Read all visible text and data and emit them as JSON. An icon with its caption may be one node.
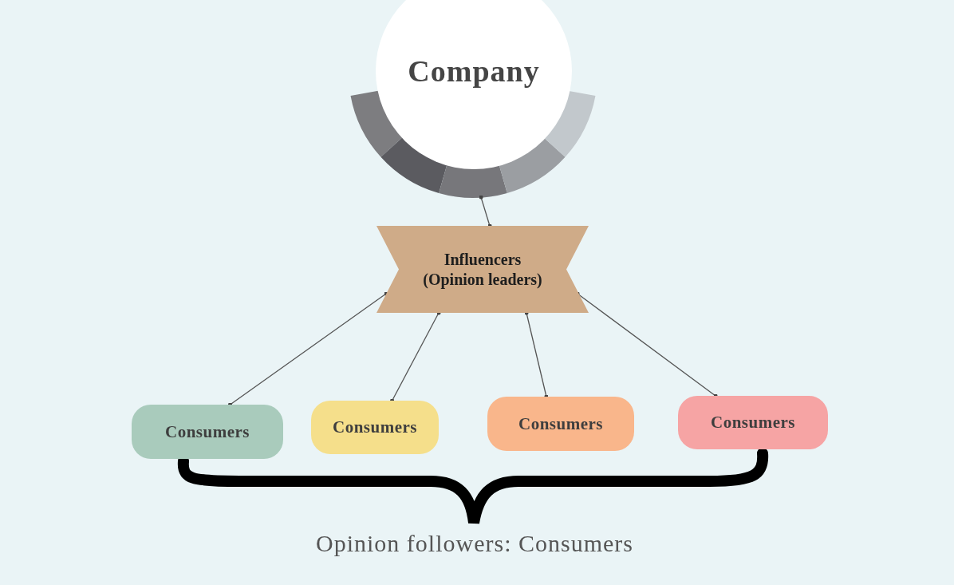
{
  "diagram": {
    "nodes": [
      {
        "text": [
          "Company"
        ]
      },
      {
        "text": [
          "Influencers (Opinion leaders)"
        ]
      },
      {
        "text": [
          "Consumers"
        ]
      },
      {
        "text": [
          "Consumers"
        ]
      },
      {
        "text": [
          "Consumers"
        ]
      },
      {
        "text": [
          "Consumers"
        ]
      }
    ],
    "edges": [
      {
        "from": 0,
        "to": 1,
        "arrow": "other"
      },
      {
        "from": 1,
        "to": 2,
        "arrow": "other"
      },
      {
        "from": 1,
        "to": 3,
        "arrow": "other"
      },
      {
        "from": 1,
        "to": 4,
        "arrow": "other"
      },
      {
        "from": 1,
        "to": 5,
        "arrow": "other"
      }
    ],
    "labels": [
      "Opinion followers: Consumers"
    ]
  }
}
